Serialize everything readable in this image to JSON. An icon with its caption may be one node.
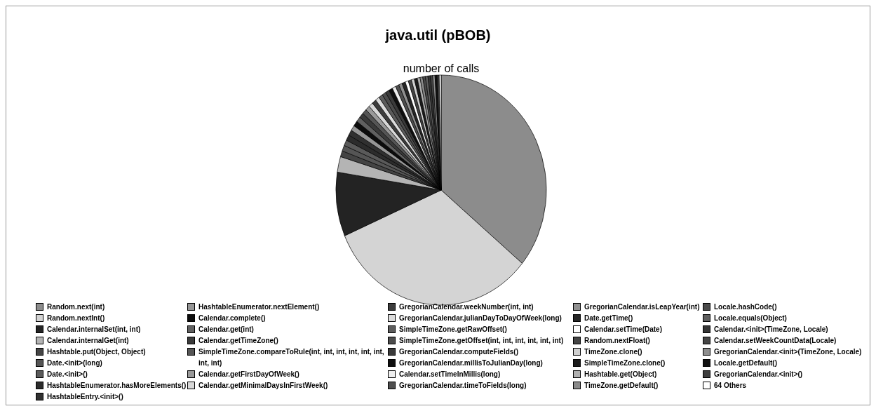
{
  "diagram": {
    "title": "java.util (pBOB)",
    "labels": [
      "number of calls"
    ],
    "legend": [
      {
        "text": "Random.next(int)",
        "color": "#8c8c8c"
      },
      {
        "text": "Random.nextInt()",
        "color": "#d4d4d4"
      },
      {
        "text": "Calendar.internalSet(int, int)",
        "color": "#232323"
      },
      {
        "text": "Calendar.internalGet(int)",
        "color": "#b4b4b4"
      },
      {
        "text": "Hashtable.put(Object, Object)",
        "color": "#444444"
      },
      {
        "text": "Date.<init>(long)",
        "color": "#555555"
      },
      {
        "text": "Date.<init>()",
        "color": "#5a5a5a"
      },
      {
        "text": "HashtableEnumerator.hasMoreElements()",
        "color": "#2c2c2c"
      },
      {
        "text": "HashtableEntry.<init>()",
        "color": "#303030"
      },
      {
        "text": "HashtableEnumerator.nextElement()",
        "color": "#969696"
      },
      {
        "text": "Calendar.complete()",
        "color": "#0c0c0c"
      },
      {
        "text": "Calendar.get(int)",
        "color": "#606060"
      },
      {
        "text": "Calendar.getTimeZone()",
        "color": "#3a3a3a"
      },
      {
        "text": "SimpleTimeZone.compareToRule(int, int, int, int, int, int, int, int)",
        "color": "#555555"
      },
      {
        "text": "Calendar.getFirstDayOfWeek()",
        "color": "#999999"
      },
      {
        "text": "Calendar.getMinimalDaysInFirstWeek()",
        "color": "#d8d8d8"
      },
      {
        "text": "GregorianCalendar.weekNumber(int, int)",
        "color": "#3c3c3c"
      },
      {
        "text": "GregorianCalendar.julianDayToDayOfWeek(long)",
        "color": "#dcdcdc"
      },
      {
        "text": "SimpleTimeZone.getRawOffset()",
        "color": "#5c5c5c"
      },
      {
        "text": "SimpleTimeZone.getOffset(int, int, int, int, int, int)",
        "color": "#4c4c4c"
      },
      {
        "text": "GregorianCalendar.computeFields()",
        "color": "#3a3a3a"
      },
      {
        "text": "GregorianCalendar.millisToJulianDay(long)",
        "color": "#0e0e0e"
      },
      {
        "text": "Calendar.setTimeInMillis(long)",
        "color": "#eeeeee"
      },
      {
        "text": "GregorianCalendar.timeToFields(long)",
        "color": "#4e4e4e"
      },
      {
        "text": "GregorianCalendar.isLeapYear(int)",
        "color": "#909090"
      },
      {
        "text": "Date.getTime()",
        "color": "#262626"
      },
      {
        "text": "Calendar.setTime(Date)",
        "color": "#ffffff"
      },
      {
        "text": "Random.nextFloat()",
        "color": "#444444"
      },
      {
        "text": "TimeZone.clone()",
        "color": "#d0d0d0"
      },
      {
        "text": "SimpleTimeZone.clone()",
        "color": "#1c1c1c"
      },
      {
        "text": "Hashtable.get(Object)",
        "color": "#b0b0b0"
      },
      {
        "text": "TimeZone.getDefault()",
        "color": "#8a8a8a"
      },
      {
        "text": "Locale.hashCode()",
        "color": "#4a4a4a"
      },
      {
        "text": "Locale.equals(Object)",
        "color": "#5e5e5e"
      },
      {
        "text": "Calendar.<init>(TimeZone, Locale)",
        "color": "#353535"
      },
      {
        "text": "Calendar.setWeekCountData(Locale)",
        "color": "#454545"
      },
      {
        "text": "GregorianCalendar.<init>(TimeZone, Locale)",
        "color": "#8e8e8e"
      },
      {
        "text": "Locale.getDefault()",
        "color": "#111111"
      },
      {
        "text": "GregorianCalendar.<init>()",
        "color": "#3e3e3e"
      },
      {
        "text": "64 Others",
        "color": "#ffffff"
      }
    ]
  }
}
